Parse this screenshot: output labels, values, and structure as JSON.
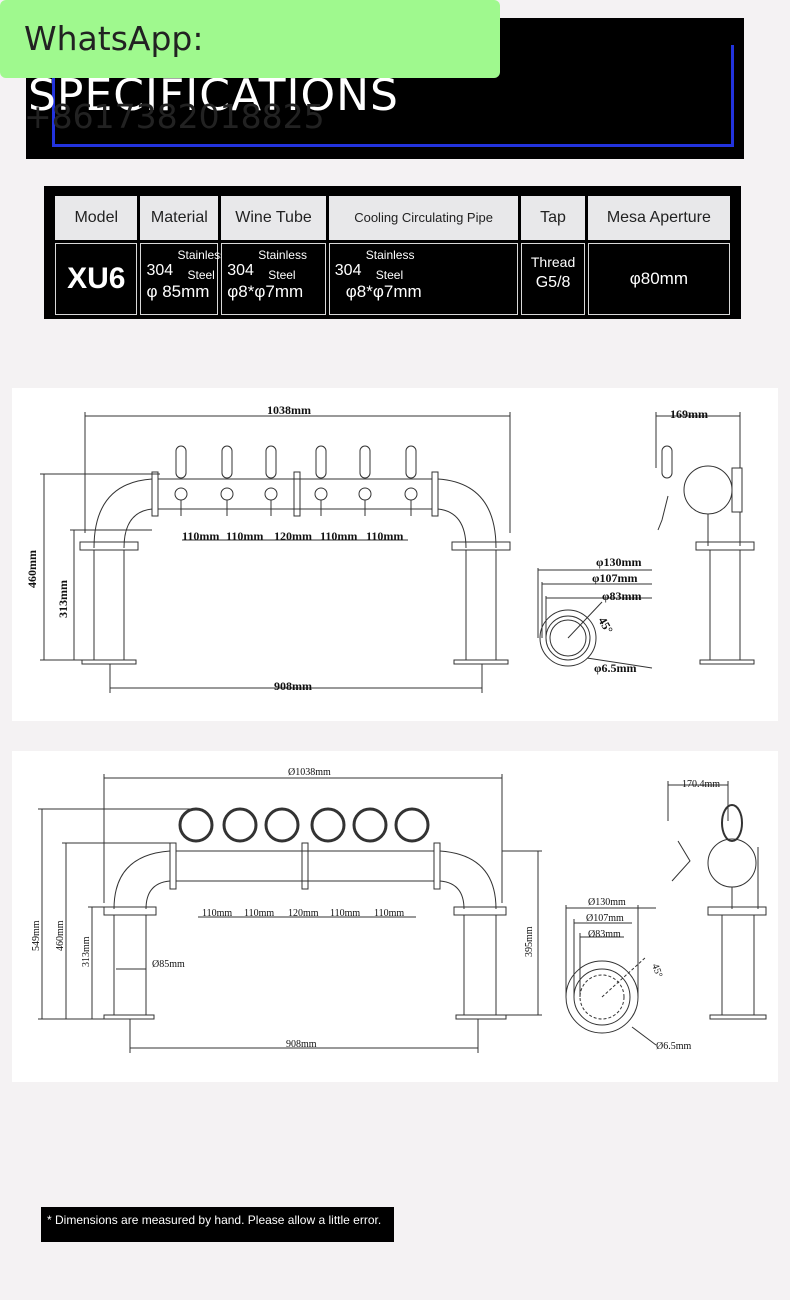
{
  "watermark": "WhatsApp: +8617382018825",
  "banner_title": "SPECIFICATIONS",
  "table": {
    "headers": [
      "Model",
      "Material",
      "Wine Tube",
      "Cooling Circulating Pipe",
      "Tap",
      "Mesa Aperture"
    ],
    "model": "XU6",
    "material": {
      "num": "304",
      "s1": "Stainless",
      "s2": "Steel",
      "dim": "φ 85mm"
    },
    "wine_tube": {
      "num": "304",
      "s1": "Stainless",
      "s2": "Steel",
      "dim": "φ8*φ7mm"
    },
    "cooling": {
      "num": "304",
      "s1": "Stainless",
      "s2": "Steel",
      "dim": "φ8*φ7mm"
    },
    "tap": {
      "l1": "Thread",
      "l2": "G5/8"
    },
    "aperture": "φ80mm"
  },
  "drawing1": {
    "width": "1038mm",
    "side_width": "169mm",
    "height_total": "460mm",
    "height_post": "313mm",
    "base_span": "908mm",
    "spacings": [
      "110mm",
      "110mm",
      "120mm",
      "110mm",
      "110mm"
    ],
    "flange": [
      "φ130mm",
      "φ107mm",
      "φ83mm"
    ],
    "angle": "45°",
    "hole": "φ6.5mm"
  },
  "drawing2": {
    "width": "Ø1038mm",
    "side_width": "170.4mm",
    "height_total": "549mm",
    "height_mid": "460mm",
    "height_post": "313mm",
    "height_right": "395mm",
    "post_dia": "Ø85mm",
    "base_span": "908mm",
    "spacings": [
      "110mm",
      "110mm",
      "120mm",
      "110mm",
      "110mm"
    ],
    "flange": [
      "Ø130mm",
      "Ø107mm",
      "Ø83mm"
    ],
    "angle": "45°",
    "hole": "Ø6.5mm"
  },
  "note": "* Dimensions are measured by hand. Please allow a little error."
}
